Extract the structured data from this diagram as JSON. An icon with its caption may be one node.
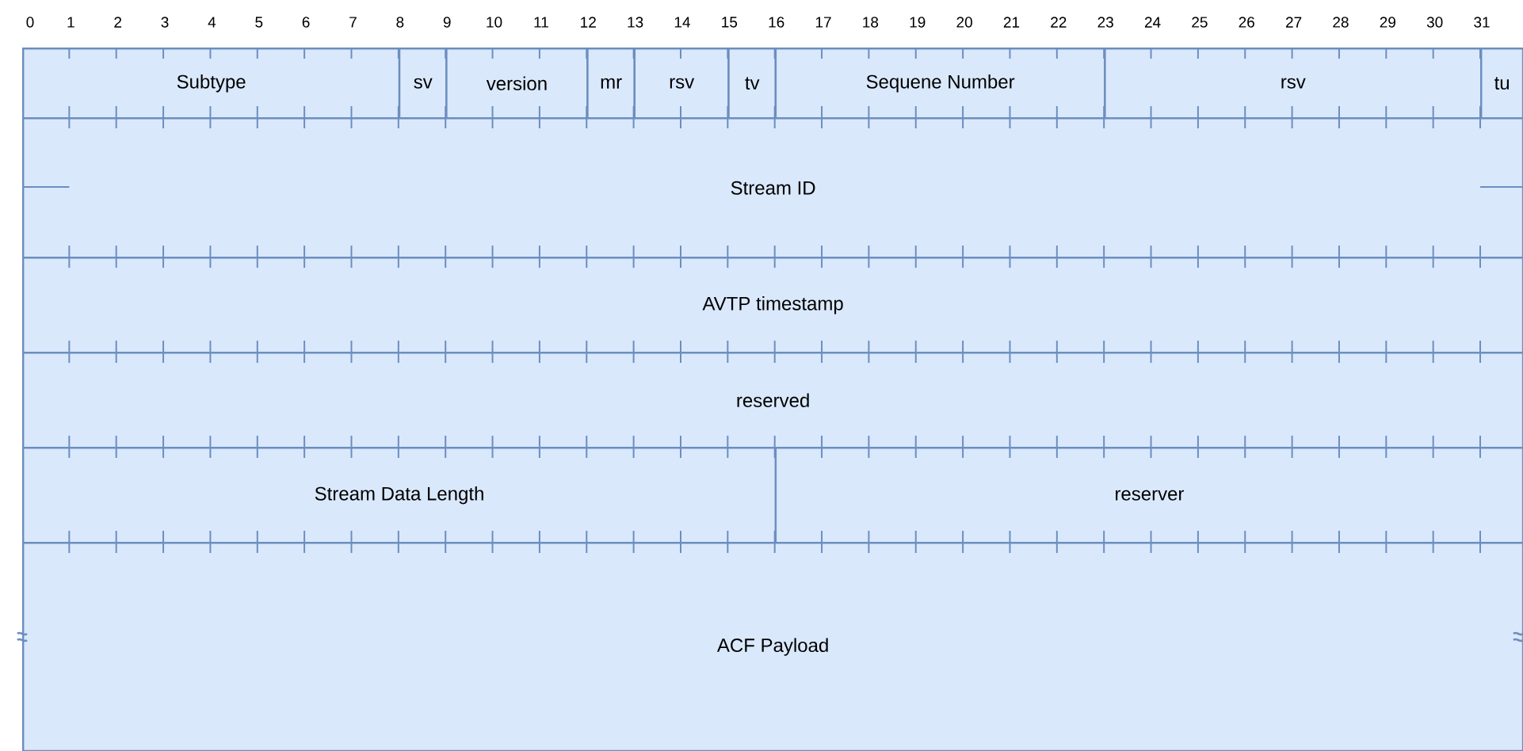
{
  "diagram": {
    "nodes": [
      {
        "text": [
          "Subtype"
        ]
      },
      {
        "text": [
          "sv"
        ]
      },
      {
        "text": [
          "version"
        ]
      },
      {
        "text": [
          "mr"
        ]
      },
      {
        "text": [
          "rsv"
        ]
      },
      {
        "text": [
          "tv"
        ]
      },
      {
        "text": [
          "Sequene Number"
        ]
      },
      {
        "text": [
          "rsv"
        ]
      },
      {
        "text": [
          "tu"
        ]
      },
      {
        "text": [
          "Stream ID"
        ]
      },
      {
        "text": [
          "AVTP timestamp"
        ]
      },
      {
        "text": [
          "reserved"
        ]
      },
      {
        "text": [
          "Stream Data Length"
        ]
      },
      {
        "text": [
          "reserver"
        ]
      },
      {
        "text": [
          "ACF Payload"
        ]
      }
    ],
    "labels": [
      "0",
      "1",
      "2",
      "3",
      "4",
      "5",
      "6",
      "7",
      "8",
      "9",
      "10",
      "11",
      "12",
      "13",
      "14",
      "15",
      "16",
      "17",
      "18",
      "19",
      "20",
      "21",
      "22",
      "23",
      "24",
      "25",
      "26",
      "27",
      "28",
      "29",
      "30",
      "31"
    ]
  }
}
